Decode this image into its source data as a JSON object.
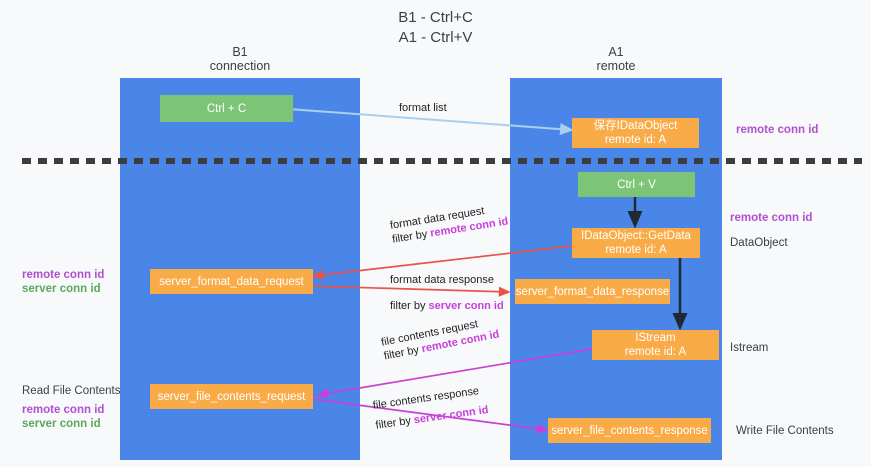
{
  "title": {
    "line1": "B1 - Ctrl+C",
    "line2": "A1 - Ctrl+V"
  },
  "columns": {
    "b1": {
      "name": "B1",
      "role": "connection"
    },
    "a1": {
      "name": "A1",
      "role": "remote"
    }
  },
  "nodes": {
    "ctrl_c": {
      "label": "Ctrl + C",
      "color": "#7cc576"
    },
    "ctrl_v": {
      "label": "Ctrl + V",
      "color": "#7cc576"
    },
    "save_dataobject": {
      "line1": "保存IDataObject",
      "line2": "remote id: A",
      "color": "#f9ab48"
    },
    "getdata": {
      "line1": "IDataObject::GetData",
      "line2": "remote id: A",
      "color": "#f9ab48"
    },
    "istream": {
      "line1": "IStream",
      "line2": "remote id: A",
      "color": "#f9ab48"
    },
    "server_format_data_request": {
      "label": "server_format_data_request",
      "color": "#f9ab48"
    },
    "server_format_data_response": {
      "label": "server_format_data_response",
      "color": "#f9ab48"
    },
    "server_file_contents_request": {
      "label": "server_file_contents_request",
      "color": "#f9ab48"
    },
    "server_file_contents_response": {
      "label": "server_file_contents_response",
      "color": "#f9ab48"
    }
  },
  "right_labels": {
    "remote_conn_id_top": "remote conn id",
    "remote_conn_id_mid": "remote conn id",
    "dataobject": "DataObject",
    "istream": "Istream",
    "write_file_contents": "Write File Contents"
  },
  "left_labels": {
    "remote_conn_id_1": "remote conn id",
    "server_conn_id_1": "server conn id",
    "read_file_contents": "Read File Contents",
    "remote_conn_id_2": "remote conn id",
    "server_conn_id_2": "server conn id"
  },
  "edge_labels": {
    "format_list": "format list",
    "format_data_request": "format data request",
    "format_data_request_filter_prefix": "filter by ",
    "format_data_request_filter_key": "remote conn id",
    "format_data_response": "format data response",
    "format_data_response_filter_prefix": "filter by ",
    "format_data_response_filter_key": "server conn id",
    "file_contents_request": "file contents request",
    "file_contents_request_filter_prefix": "filter by ",
    "file_contents_request_filter_key": "remote conn id",
    "file_contents_response": "file contents response",
    "file_contents_response_filter_prefix": "filter by ",
    "file_contents_response_filter_key": "server conn id"
  },
  "colors": {
    "lane": "#4a86e8",
    "green_node": "#7cc576",
    "orange_node": "#f9ab48",
    "purple": "#b050d0",
    "magenta": "#c840d8",
    "red_arrow": "#e8534a",
    "light_blue_arrow": "#a8cff0",
    "dashed_line": "#3c3c3c",
    "background": "#f8f9fa"
  }
}
